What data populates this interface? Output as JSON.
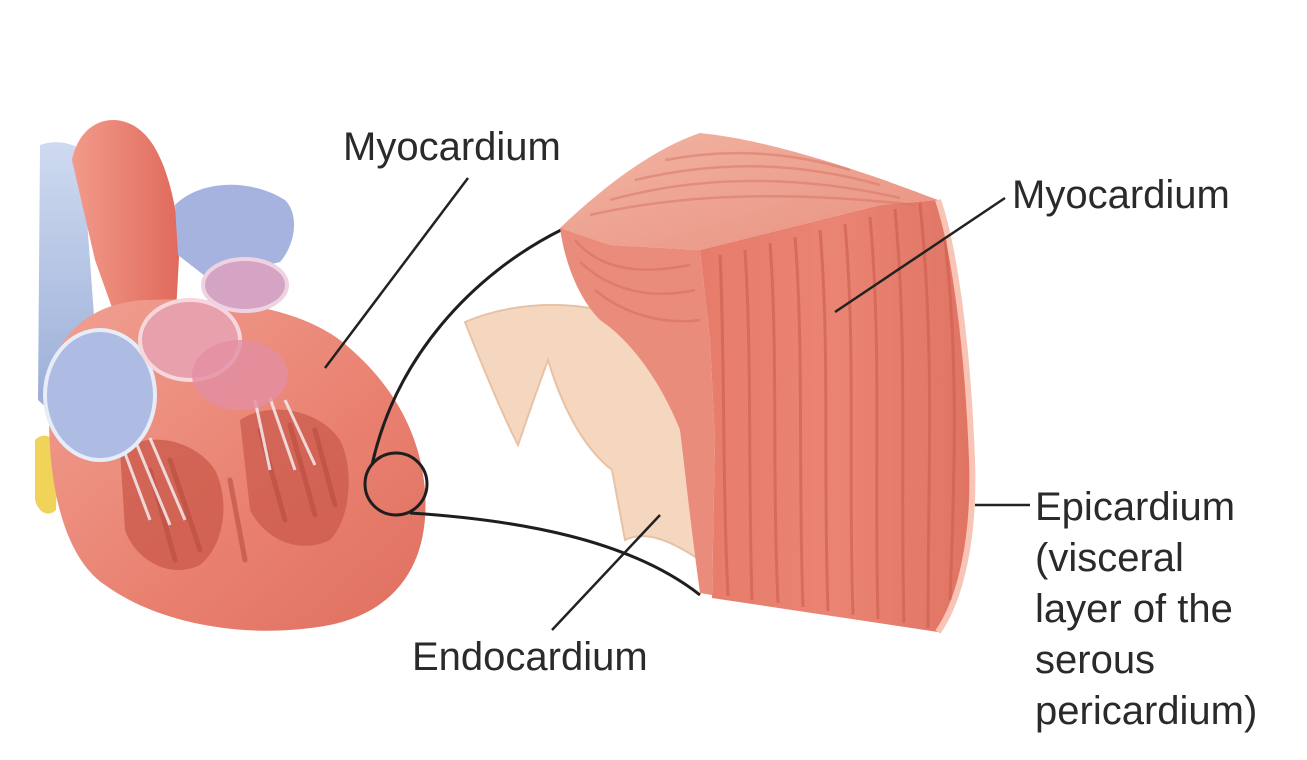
{
  "labels": {
    "myocardium_left": "Myocardium",
    "myocardium_right": "Myocardium",
    "endocardium": "Endocardium",
    "epicardium": [
      "Epicardium",
      "(visceral",
      "layer of the",
      "serous",
      "pericardium)"
    ]
  },
  "colors": {
    "muscle": "#e9806f",
    "muscle_dark": "#c65a4c",
    "endocardium": "#f5d7bf",
    "vessel_blue": "#9aaed8",
    "aorta_red": "#e4786a",
    "valve_pink": "#e9a0ad",
    "fat_yellow": "#f1d35a",
    "leader_line": "#222222"
  }
}
